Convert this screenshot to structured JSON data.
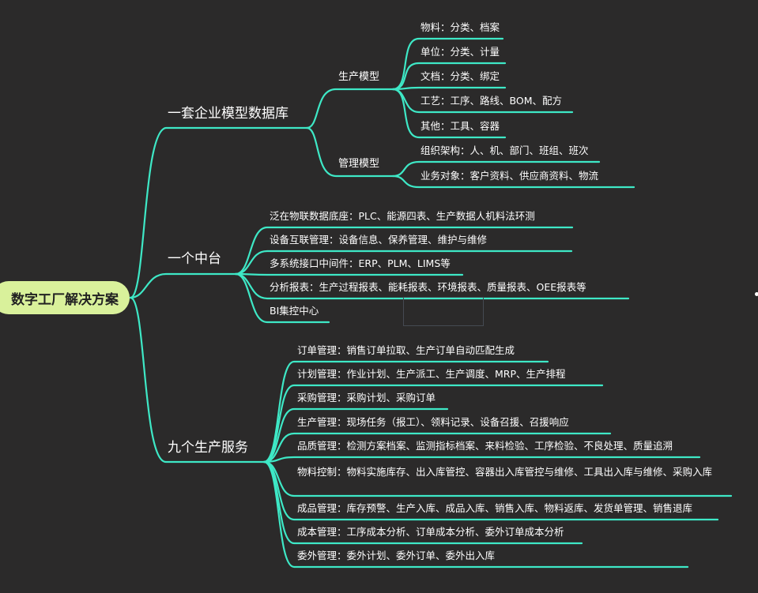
{
  "root": "数字工厂解决方案",
  "branches": [
    {
      "label": "一套企业模型数据库",
      "children": [
        {
          "label": "生产模型",
          "children": [
            "物料：分类、档案",
            "单位：分类、计量",
            "文档：分类、绑定",
            "工艺：工序、路线、BOM、配方",
            "其他：工具、容器"
          ]
        },
        {
          "label": "管理模型",
          "children": [
            "组织架构：人、机、部门、班组、班次",
            "业务对象：客户资料、供应商资料、物流"
          ]
        }
      ]
    },
    {
      "label": "一个中台",
      "children": [
        "泛在物联数据底座：PLC、能源四表、生产数据人机料法环测",
        "设备互联管理：设备信息、保养管理、维护与维修",
        "多系统接口中间件：ERP、PLM、LIMS等",
        "分析报表：生产过程报表、能耗报表、环境报表、质量报表、OEE报表等",
        "BI集控中心"
      ]
    },
    {
      "label": "九个生产服务",
      "children": [
        "订单管理：销售订单拉取、生产订单自动匹配生成",
        "计划管理：作业计划、生产派工、生产调度、MRP、生产排程",
        "采购管理：采购计划、采购订单",
        "生产管理：现场任务（报工）、领料记录、设备召援、召援响应",
        "品质管理：检测方案档案、监测指标档案、来料检验、工序检验、不良处理、质量追溯",
        "物料控制：物料实施库存、出入库管控、容器出入库管控与维修、工具出入库与维修、采购入库",
        "成品管理：库存预警、生产入库、成品入库、销售入库、物料返库、发货单管理、销售退库",
        "成本管理：工序成本分析、订单成本分析、委外订单成本分析",
        "委外管理：委外计划、委外订单、委外出入库"
      ]
    }
  ],
  "colors": {
    "line": "#3ee8c6",
    "root_fill": "#d9f19b",
    "background": "#2b2a2a",
    "text": "#ffffff"
  }
}
